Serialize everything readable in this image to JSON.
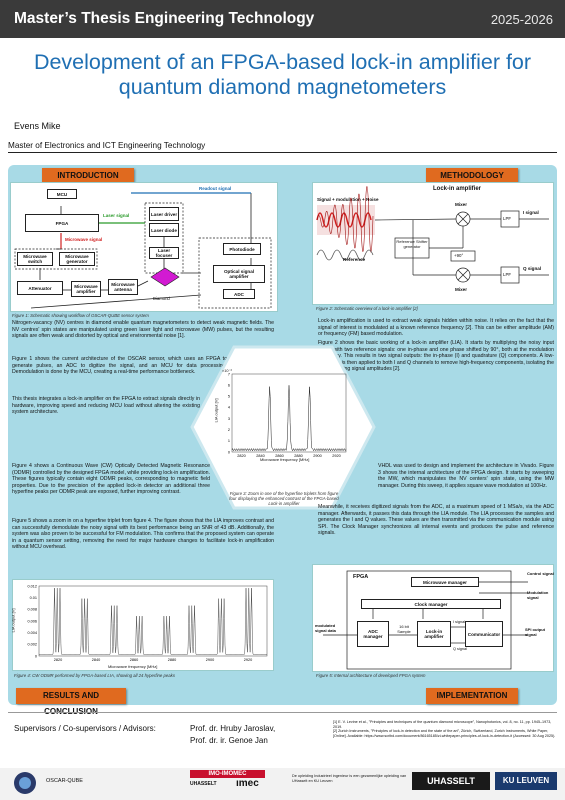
{
  "header": {
    "title": "Master’s Thesis Engineering Technology",
    "year": "2025-2026"
  },
  "poster_title": "Development of an FPGA-based lock-in amplifier for quantum diamond magnetometers",
  "author": "Evens Mike",
  "program": "Master of Electronics and ICT Engineering Technology",
  "sections": {
    "introduction": "INTRODUCTION",
    "methodology": "METHODOLOGY",
    "results": "RESULTS AND CONCLUSION",
    "implementation": "IMPLEMENTATION"
  },
  "fig1": {
    "caption": "Figure 1: Schematic showing workflow of OSCAR-QUBE sensor system",
    "blocks": {
      "mcu": "MCU",
      "fpga": "FPGA",
      "laser_driver": "Laser driver",
      "laser_diode": "Laser diode",
      "laser_focuser": "Laser focuser",
      "mw_switch": "Microwave switch",
      "mw_gen": "Microwave generator",
      "attenuator": "Attenuator",
      "mw_amp": "Microwave amplifier",
      "mw_antenna": "Microwave antenna",
      "diamond": "Diamond",
      "photodiode": "Photodiode",
      "optical_amp": "Optical signal amplifier",
      "adc": "ADC"
    },
    "signals": {
      "readout": "Readout signal",
      "laser": "Laser signal",
      "microwave": "Microwave signal"
    }
  },
  "fig2": {
    "caption": "Figure 2: Schematic overview of a lock-in amplifier [2]",
    "title": "Lock-in amplifier",
    "input": "Signal + modulation + Noise",
    "reference": "Reference",
    "shifter": "Reference Shifter generator",
    "mixer": "Mixer",
    "shift": "+90°",
    "lpf": "LPF",
    "i_signal": "I signal",
    "q_signal": "Q signal"
  },
  "fig3": {
    "caption": "Figure 3: Zoom in one of the hyperfine triplets from figure four displaying the enhanced contrast of the FPGA-based  Lock-in amplifier",
    "xlabel": "Microwave frequency [MHz]",
    "ylabel": "LIA output [V]",
    "exp": "×10⁻³",
    "xticks": [
      "2820",
      "2840",
      "2860",
      "2880",
      "2900",
      "2920"
    ],
    "yticks": [
      "7",
      "6",
      "5",
      "4",
      "3",
      "2",
      "1",
      "0"
    ]
  },
  "fig4": {
    "caption": "Figure 4: CW ODMR performed by FPGA-based LIA, showing all 24 hyperfine peaks",
    "xlabel": "Microwave frequency [MHz]",
    "ylabel": "LIA output [V]",
    "xticks": [
      "2820",
      "2840",
      "2860",
      "2880",
      "2900",
      "2920"
    ],
    "yticks": [
      "0.012",
      "0.01",
      "0.008",
      "0.006",
      "0.004",
      "0.002",
      "0"
    ]
  },
  "fig5": {
    "caption": "Figure 5: Internal architecture of developed FPGA system",
    "fpga": "FPGA",
    "mw_manager": "Microwave manager",
    "clock_manager": "Clock manager",
    "adc_manager": "ADC manager",
    "sample": "16 bit Sample",
    "lockin": "Lock-in amplifier",
    "communicator": "Communicator",
    "modulated": "modulated signal data",
    "control": "Control signal",
    "modulation": "Modulation signal",
    "spi": "SPI output signal",
    "i_sig": "I signal",
    "q_sig": "Q signal"
  },
  "text": {
    "intro1": "Nitrogen-vacancy (NV) centres in diamond enable quantum magnetometers to detect weak magnetic fields. The NV centres' spin states are manipulated using green laser light and microwave (MW) pulses, but the resulting signals are often weak and distorted by optical and environmental noise [1].",
    "intro2": "Figure 1 shows the current architecture of the OSCAR sensor, which uses an FPGA to generate pulses, an ADC to digitize the signal, and an MCU for data processing. Demodulation is done by the MCU, creating a real-time performance bottleneck.",
    "intro3": "This thesis integrates a lock-in amplifier on the FPGA to extract signals directly in hardware, improving speed and reducing MCU load without altering the existing system architecture.",
    "meth1": "Lock-in amplification is used to extract weak signals hidden within noise. It relies on the fact that the signal of interest is modulated at a known reference frequency [2]. This can be either amplitude (AM) or frequency (FM) based modulation.",
    "meth2": "Figure 2 shows the basic working of a lock-in amplifier (LIA). It starts by multiplying the noisy input signal with two reference signals: one in-phase and one phase shifted by 90°, both at the modulation frequency. This results in two signal outputs: the in-phase (I) and quadrature (Q) components. A low-pass filter is then applied to both I and Q channels to remove high-frequency components, isolating the slowly varying signal amplitudes [2].",
    "res1": "Figure 4 shows a Continuous Wave (CW) Optically Detected Magnetic Resonance (ODMR) controlled by the designed FPGA model, while providing lock-in amplification. These figures typically contain eight ODMR peaks, corresponding to magnetic field properties. Due to the precision of the applied lock-in detector an additional three hyperfine peaks per ODMR peak are exposed, further improving contrast.",
    "res2": "Figure 5 shows a zoom in on a hyperfine triplet from figure 4. The figure shows that the LIA improves contrast and can successfully demodulate the noisy signal with its best performance being an SNR of 43 dB. Additionally, the system was also proven to be successful for FM modulation. This confirms that the proposed system can operate in a quantum sensor setting, removing the need for major hardware changes to facilitate lock-in amplification without MCU overhead.",
    "impl1": "VHDL was used to design and implement the architecture in Vivado. Figure 3 shows the internal architecture of the FPGA design. It starts by sweeping the MW, which manipulates the NV centers' spin state, using the MW manager. During this sweep, it applies square wave modulation at 100Hz.",
    "impl2": "Meanwhile, it receives digitized signals from the ADC, at a maximum speed of 1 MSa/s, via the ADC manager. Afterwards, it passes this data through the LIA module. The LIA processes the samples and generates the I and Q values. These values are then transmitted via the communication module using SPI. The Clock Manager synchronizes all internal events and produces the pulse and reference signals."
  },
  "footer": {
    "supervisors_label": "Supervisors / Co-supervisors / Advisors:",
    "sup1": "Prof. dr. Hruby Jaroslav,",
    "sup2": "Prof. dr. ir. Genoe Jan",
    "ref1": "[1] E. V. Levine et al., \"Principles and techniques of the quantum diamond microscope\", Nanophotonics, vol. 8, no. 11, pp. 1945–1973, 2019.",
    "ref2": "[2] Zurich Instruments, \"Principles of lock-in detection and the state of the art\", Zürich, Switzerland, Zurich Instruments, White Paper, [Online]. Available: https://www.scribd.com/document/86165185/zi-whitepaper-principles-of-lock-in-detection-it (Accessed: 30 Aug 2025).",
    "oscar": "OSCAR-QUBE",
    "imo": "IMO-IMOMEC",
    "uhasselt_small": "UHASSELT",
    "imec": "ımec",
    "joint": "De opleiding Industrieel ingenieur is een gezamenlijke opleiding van UHasselt en KU Leuven",
    "uhasselt": "UHASSELT",
    "kul": "KU LEUVEN"
  },
  "colors": {
    "accent": "#1f6fb3",
    "panel": "#a8dae6",
    "badge": "#e06a1f",
    "microwave": "#d02020",
    "readout": "#1f6fb3",
    "laser": "#2a9a2a",
    "diamond": "#d21ad2"
  }
}
